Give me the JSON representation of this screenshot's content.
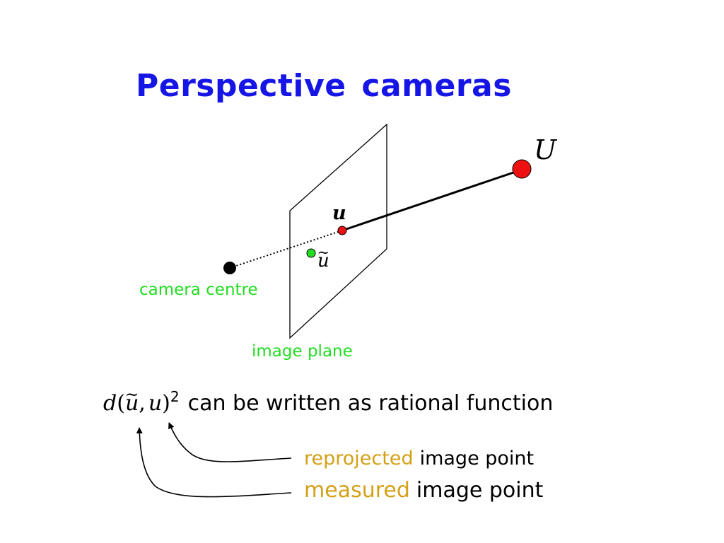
{
  "slide": {
    "title": "Perspective cameras",
    "title_color": "#1515e6"
  },
  "diagram": {
    "world_point_label": "U",
    "reprojected_point_label": "u",
    "measured_point_label": "u",
    "camera_centre_label": "camera centre",
    "image_plane_label": "image plane",
    "label_color": "#22dd22",
    "world_point_color": "#ee1111",
    "reprojected_point_color": "#ee1111",
    "measured_point_color": "#22dd22",
    "camera_centre_color": "#000000"
  },
  "formula": {
    "d": "d",
    "open_paren": "(",
    "first_arg": "u",
    "separator": ",",
    "second_arg": "u",
    "close_paren": ")",
    "exponent": "2",
    "description": "can be written as rational function"
  },
  "annotations": {
    "highlight_color": "#d4a017",
    "reprojected_highlight": "reprojected",
    "reprojected_rest": "image point",
    "measured_highlight": "measured",
    "measured_rest": "image point"
  }
}
